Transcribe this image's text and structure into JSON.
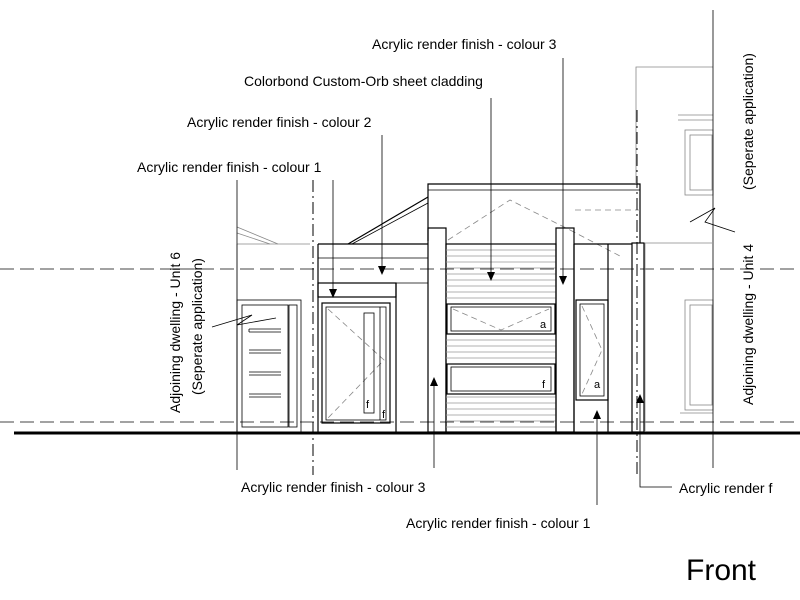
{
  "title": "Front",
  "labels": {
    "render_colour3_top": "Acrylic render finish  -  colour 3",
    "colorbond": "Colorbond Custom-Orb sheet cladding",
    "render_colour2": "Acrylic render finish  -  colour 2",
    "render_colour1_left": "Acrylic render finish  -  colour 1",
    "render_colour3_bottom": "Acrylic render finish  -  colour 3",
    "render_colour1_bottom": "Acrylic render finish  -  colour 1",
    "render_right_cut": "Acrylic render f"
  },
  "adjoining_left": {
    "line1": "Adjoining dwelling  -  Unit 6",
    "line2": "(Seperate application)"
  },
  "adjoining_right": {
    "line1": "Adjoining dwelling  -  Unit 4",
    "line2": "(Seperate application)"
  },
  "window_tags": {
    "a1": "a",
    "a2": "a",
    "f1": "f",
    "f2": "f",
    "f3": "f"
  }
}
